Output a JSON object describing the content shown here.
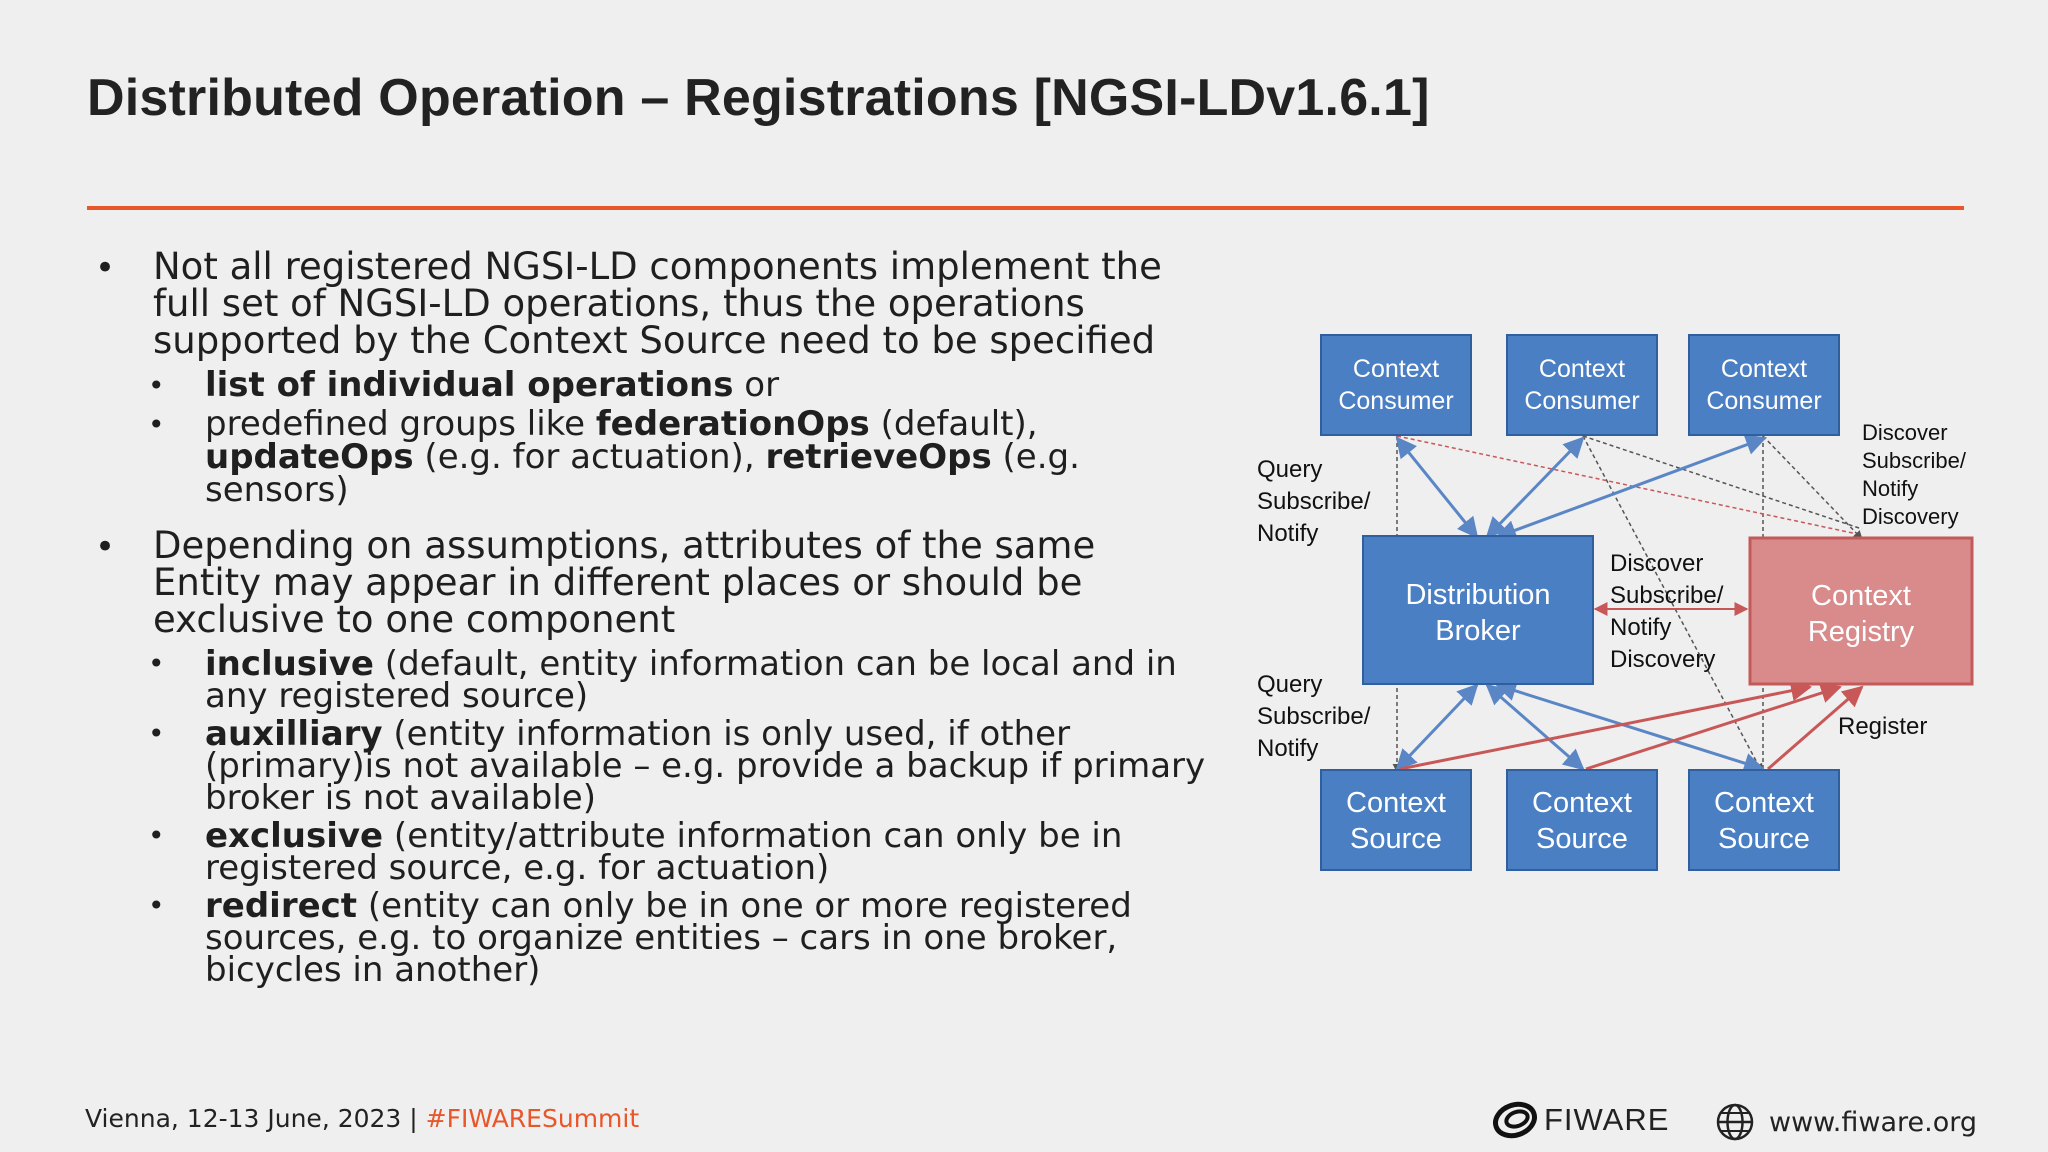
{
  "title": "Distributed Operation – Registrations [NGSI-LDv1.6.1]",
  "colors": {
    "accent": "#e8562a",
    "box_blue": "#4a7fc4",
    "box_blue_border": "#2f5f9e",
    "registry_red": "#d98b8b",
    "registry_border": "#c35a5a",
    "arrow_blue": "#5a86c6",
    "arrow_red": "#c85858"
  },
  "bullets": {
    "b1": {
      "line1": "Not all registered NGSI-LD components implement the",
      "line2": "full set of NGSI-LD operations, thus the operations",
      "line3": "supported by the Context Source need to be specified",
      "sub1_bold": "list of individual operations",
      "sub1_rest": " or",
      "sub2_pre": "predefined groups like ",
      "sub2_bold1": "federationOps",
      "sub2_mid1": " (default),",
      "sub2_bold2": "updateOps",
      "sub2_mid2": " (e.g. for actuation),  ",
      "sub2_bold3": "retrieveOps",
      "sub2_end1": " (e.g.",
      "sub2_end2": "sensors)"
    },
    "b2": {
      "line1": "Depending on assumptions, attributes of the same",
      "line2": "Entity may appear in different places or should be",
      "line3": "exclusive to one component",
      "inclusive_bold": "inclusive",
      "inclusive_rest1": " (default, entity information can be local and in",
      "inclusive_rest2": "any registered source)",
      "aux_bold": "auxilliary",
      "aux_rest1": " (entity information is only used, if other",
      "aux_rest2": "(primary)is not available – e.g. provide a backup if primary",
      "aux_rest3": "broker is not available)",
      "excl_bold": "exclusive",
      "excl_rest1": " (entity/attribute information can only be in",
      "excl_rest2": "registered source, e.g. for actuation)",
      "redir_bold": "redirect",
      "redir_rest1": " (entity can only be in one or more registered",
      "redir_rest2": "sources, e.g. to organize entities – cars in one broker,",
      "redir_rest3": "bicycles in another)"
    }
  },
  "diagram": {
    "consumer_l1": "Context",
    "consumer_l2": "Consumer",
    "source_l1": "Context",
    "source_l2": "Source",
    "broker_l1": "Distribution",
    "broker_l2": "Broker",
    "registry_l1": "Context",
    "registry_l2": "Registry",
    "label_top_left": [
      "Query",
      "Subscribe/",
      "Notify"
    ],
    "label_bottom_left": [
      "Query",
      "Subscribe/",
      "Notify"
    ],
    "label_top_right": [
      "Discover",
      "Subscribe/",
      "Notify",
      "Discovery"
    ],
    "label_middle": [
      "Discover",
      "Subscribe/",
      "Notify",
      "Discovery"
    ],
    "label_register": "Register"
  },
  "footer": {
    "event": "Vienna, 12-13 June, 2023 | ",
    "hashtag": "#FIWARESummit",
    "logo_text": "FIWARE",
    "website": "www.fiware.org"
  }
}
